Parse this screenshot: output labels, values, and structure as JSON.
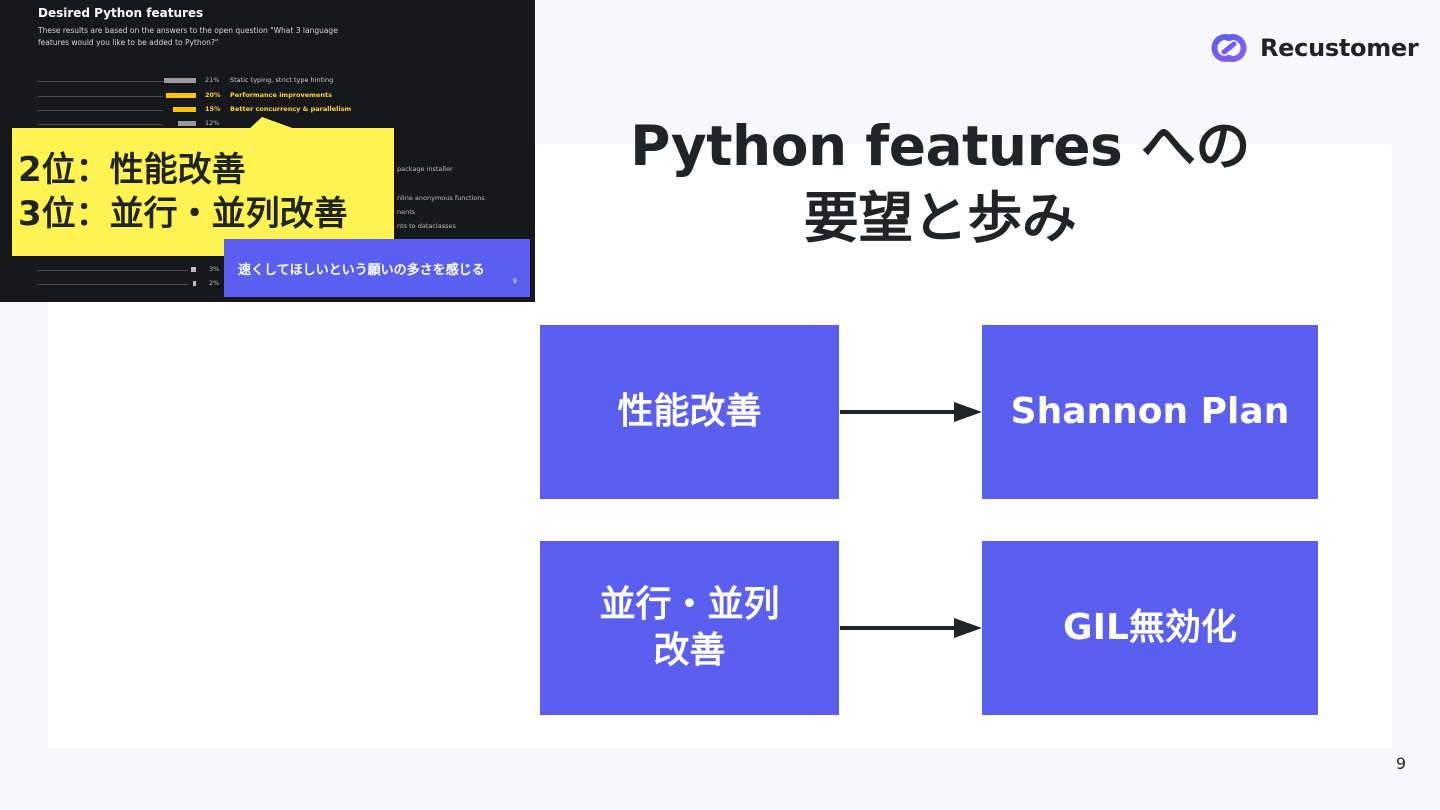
{
  "brand": {
    "name": "Recustomer",
    "icon": "infinity-link-icon",
    "colors": [
      "#5b5fef",
      "#8b5cf6"
    ]
  },
  "title": {
    "line1": "Python features への",
    "line2": "要望と歩み"
  },
  "flow": {
    "box_color": "#5b5fef",
    "rows": [
      {
        "from": "性能改善",
        "to": "Shannon Plan"
      },
      {
        "from_line1": "並行・並列",
        "from_line2": "改善",
        "to": "GIL無効化"
      }
    ]
  },
  "page_number": "9",
  "embedded_slide": {
    "heading": "Desired Python features",
    "description": "These results are based on the answers to the open question \"What 3 language features would you like to be added to Python?\"",
    "bars": [
      {
        "pct": "21%",
        "label": "Static typing, strict type hinting",
        "value": 21,
        "color": "#9a9a9a",
        "highlight": false
      },
      {
        "pct": "20%",
        "label": "Performance improvements",
        "value": 20,
        "color": "#ffc400",
        "highlight": true
      },
      {
        "pct": "15%",
        "label": "Better concurrency & parallelism",
        "value": 15,
        "color": "#ffc400",
        "highlight": true
      },
      {
        "pct": "12%",
        "label": "",
        "value": 12,
        "color": "#9a9a9a",
        "highlight": false
      }
    ],
    "partial_labels": [
      "package installer",
      "nline anonymous functions",
      "nents",
      "nts to dataclasses"
    ],
    "bottom_bars": [
      {
        "pct": "3%",
        "value": 3
      },
      {
        "pct": "2%",
        "value": 2
      }
    ],
    "callout": {
      "line1": "2位：性能改善",
      "line2": "3位：並行・並列改善"
    },
    "note": "速くしてほしいという願いの多さを感じる",
    "note_page": "9"
  }
}
